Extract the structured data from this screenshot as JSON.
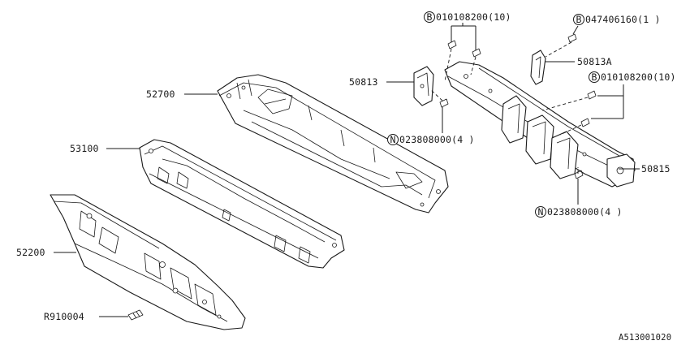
{
  "diagram_id": "A513001020",
  "parts": {
    "p52700": "52700",
    "p53100": "53100",
    "p52200": "52200",
    "pR910004": "R910004",
    "p50813": "50813",
    "p50813A": "50813A",
    "p50815": "50815"
  },
  "callouts": {
    "b1": {
      "symbol": "B",
      "text": "010108200(10)"
    },
    "b2": {
      "symbol": "B",
      "text": "047406160(1 )"
    },
    "b3": {
      "symbol": "B",
      "text": "010108200(10)"
    },
    "n1": {
      "symbol": "N",
      "text": "023808000(4 )"
    },
    "n2": {
      "symbol": "N",
      "text": "023808000(4 )"
    }
  }
}
